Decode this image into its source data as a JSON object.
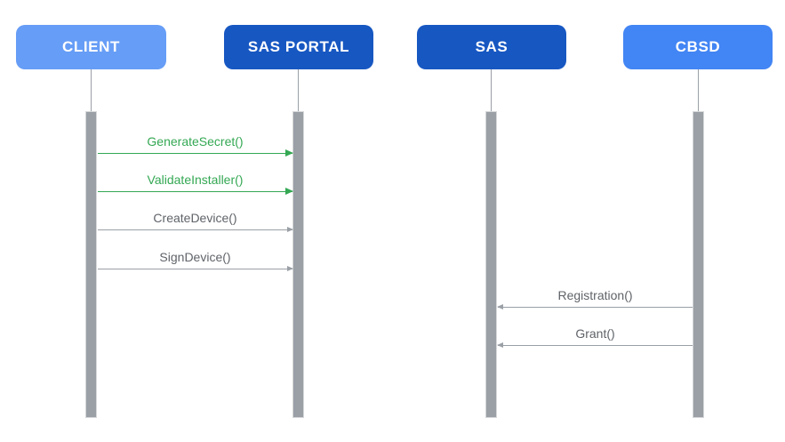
{
  "diagram_type": "sequence-diagram",
  "background": "#FFFFFF",
  "lifeline_color": "#9AA0A6",
  "activation_fill": "#9AA0A6",
  "actors": [
    {
      "label": "CLIENT",
      "fill": "#669DF6",
      "text_color": "#FFFFFF"
    },
    {
      "label": "SAS PORTAL",
      "fill": "#1757C2",
      "text_color": "#FFFFFF"
    },
    {
      "label": "SAS",
      "fill": "#1757C2",
      "text_color": "#FFFFFF"
    },
    {
      "label": "CBSD",
      "fill": "#4285F4",
      "text_color": "#FFFFFF"
    }
  ],
  "messages": [
    {
      "label": "GenerateSecret()",
      "from": "CLIENT",
      "to": "SAS PORTAL",
      "direction": "right",
      "text_color": "#34A853",
      "line_color": "#34A853"
    },
    {
      "label": "ValidateInstaller()",
      "from": "CLIENT",
      "to": "SAS PORTAL",
      "direction": "right",
      "text_color": "#34A853",
      "line_color": "#34A853"
    },
    {
      "label": "CreateDevice()",
      "from": "CLIENT",
      "to": "SAS PORTAL",
      "direction": "right",
      "text_color": "#5F6368",
      "line_color": "#9AA0A6"
    },
    {
      "label": "SignDevice()",
      "from": "CLIENT",
      "to": "SAS PORTAL",
      "direction": "right",
      "text_color": "#5F6368",
      "line_color": "#9AA0A6"
    },
    {
      "label": "Registration()",
      "from": "CBSD",
      "to": "SAS",
      "direction": "left",
      "text_color": "#5F6368",
      "line_color": "#9AA0A6"
    },
    {
      "label": "Grant()",
      "from": "CBSD",
      "to": "SAS",
      "direction": "left",
      "text_color": "#5F6368",
      "line_color": "#9AA0A6"
    }
  ]
}
